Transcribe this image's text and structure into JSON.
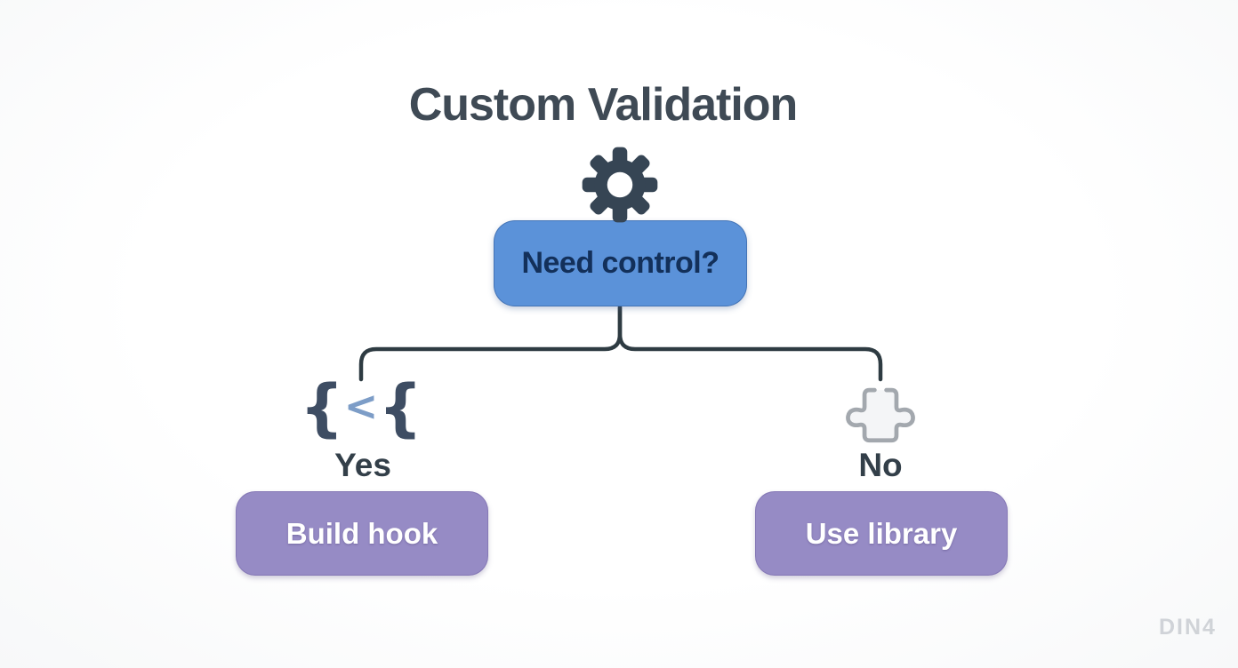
{
  "title": "Custom Validation",
  "flowchart": {
    "decision": {
      "label": "Need control?",
      "icon": "gear-icon"
    },
    "branches": [
      {
        "answer": "Yes",
        "icon": "code-braces-icon",
        "icon_glyphs": [
          "{",
          "<",
          "{"
        ],
        "result": "Build hook"
      },
      {
        "answer": "No",
        "icon": "puzzle-icon",
        "result": "Use library"
      }
    ]
  },
  "watermark": {
    "text": "DIN4"
  },
  "colors": {
    "title-color": "#3f4a55",
    "decision-bg": "#5b92d9",
    "decision-text": "#13305a",
    "result-bg": "#968bc5",
    "result-text": "#ffffff",
    "line-color": "#2e3b42",
    "gear-color": "#364554",
    "brace-color": "#3e4d63",
    "chevron-color": "#7d9dc7",
    "puzzle-stroke": "#a3a8ae",
    "puzzle-fill": "#f4f5f7",
    "label-color": "#333f49",
    "watermark-color": "#c9cdd2",
    "background": "#fdfdfe"
  }
}
